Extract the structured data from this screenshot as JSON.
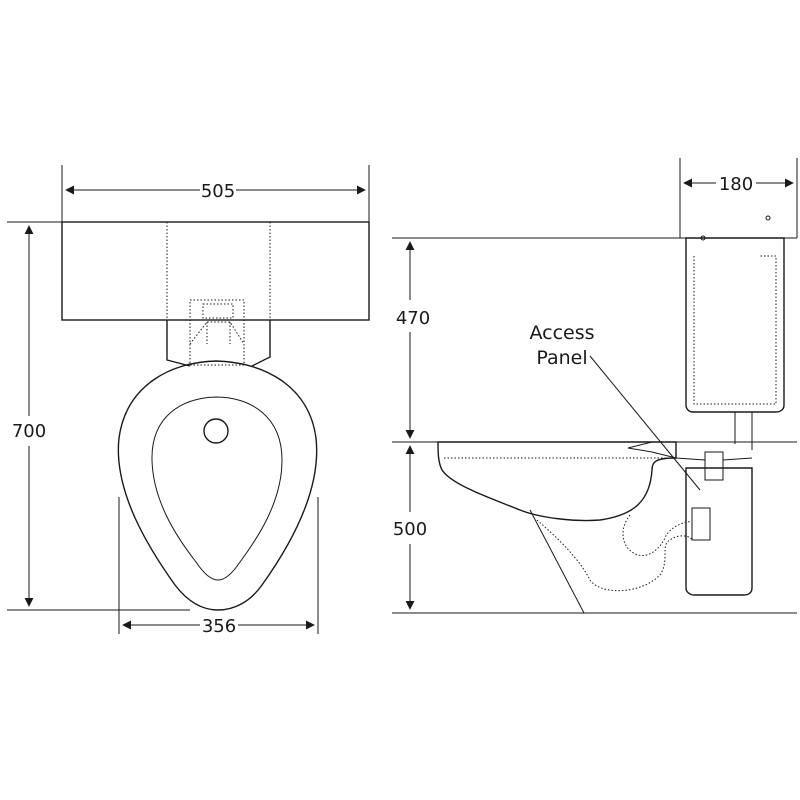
{
  "dimensions": {
    "overall_width": "505",
    "overall_height": "700",
    "bowl_width": "356",
    "cistern_depth": "180",
    "cistern_height": "470",
    "pan_height": "500"
  },
  "callouts": {
    "access_panel_line1": "Access",
    "access_panel_line2": "Panel"
  },
  "colors": {
    "line": "#1a1a1a",
    "background": "#ffffff"
  }
}
